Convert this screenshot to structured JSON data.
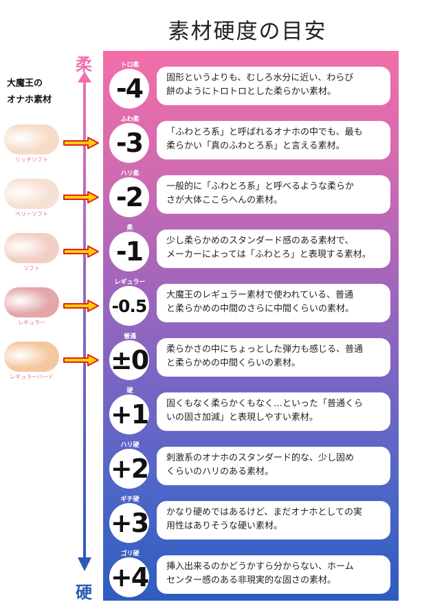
{
  "title": "素材硬度の目安",
  "axis": {
    "soft_label": "柔",
    "hard_label": "硬"
  },
  "side_title": [
    "大魔王の",
    "オナホ素材"
  ],
  "colors": {
    "soft_pink": "#f06fae",
    "hard_blue": "#2a5bb5",
    "arrow_red": "#e02020",
    "arrow_yellow": "#ffd000"
  },
  "materials": [
    {
      "label": "リッチソフト",
      "color": "#f6dcc8",
      "points_to": "-3"
    },
    {
      "label": "ベリーソフト",
      "color": "#f7e0d4",
      "points_to": "-2"
    },
    {
      "label": "ソフト",
      "color": "#f2cfc6",
      "points_to": "-1"
    },
    {
      "label": "レギュラー",
      "color": "#e3a6aa",
      "points_to": "-0.5"
    },
    {
      "label": "レギュラーハード",
      "color": "#f4c79e",
      "points_to": "±0"
    }
  ],
  "levels": [
    {
      "tag": "トロ柔",
      "value": "-4",
      "desc": [
        "固形というよりも、むしろ水分に近い、わらび",
        "餅のようにトロトロとした柔らかい素材。"
      ]
    },
    {
      "tag": "ふわ柔",
      "value": "-3",
      "desc": [
        "「ふわとろ系」と呼ばれるオナホの中でも、最も",
        "柔らかい「真のふわとろ系」と言える素材。"
      ]
    },
    {
      "tag": "ハリ柔",
      "value": "-2",
      "desc": [
        "一般的に「ふわとろ系」と呼べるような柔らか",
        "さが大体ここらへんの素材。"
      ]
    },
    {
      "tag": "柔",
      "value": "-1",
      "desc": [
        "少し柔らかめのスタンダード感のある素材で、",
        "メーカーによっては「ふわとろ」と表現する素材。"
      ]
    },
    {
      "tag": "レギュラー",
      "value": "-0.5",
      "desc": [
        "大魔王のレギュラー素材で使われている、普通",
        "と柔らかめの中間のさらに中間くらいの素材。"
      ]
    },
    {
      "tag": "普通",
      "value": "±0",
      "desc": [
        "柔らかさの中にちょっとした弾力も感じる、普通",
        "と柔らかめの中間くらいの素材。"
      ]
    },
    {
      "tag": "硬",
      "value": "+1",
      "desc": [
        "固くもなく柔らかくもなく…といった「普通くら",
        "いの固さ加減」と表現しやすい素材。"
      ]
    },
    {
      "tag": "ハリ硬",
      "value": "+2",
      "desc": [
        "刺激系のオナホのスタンダード的な、少し固め",
        "くらいのハリのある素材。"
      ]
    },
    {
      "tag": "ギチ硬",
      "value": "+3",
      "desc": [
        "かなり硬めではあるけど、まだオナホとしての実",
        "用性はありそうな硬い素材。"
      ]
    },
    {
      "tag": "ゴリ硬",
      "value": "+4",
      "desc": [
        "挿入出来るのかどうかすら分からない、ホーム",
        "センター感のある非現実的な固さの素材。"
      ]
    }
  ]
}
